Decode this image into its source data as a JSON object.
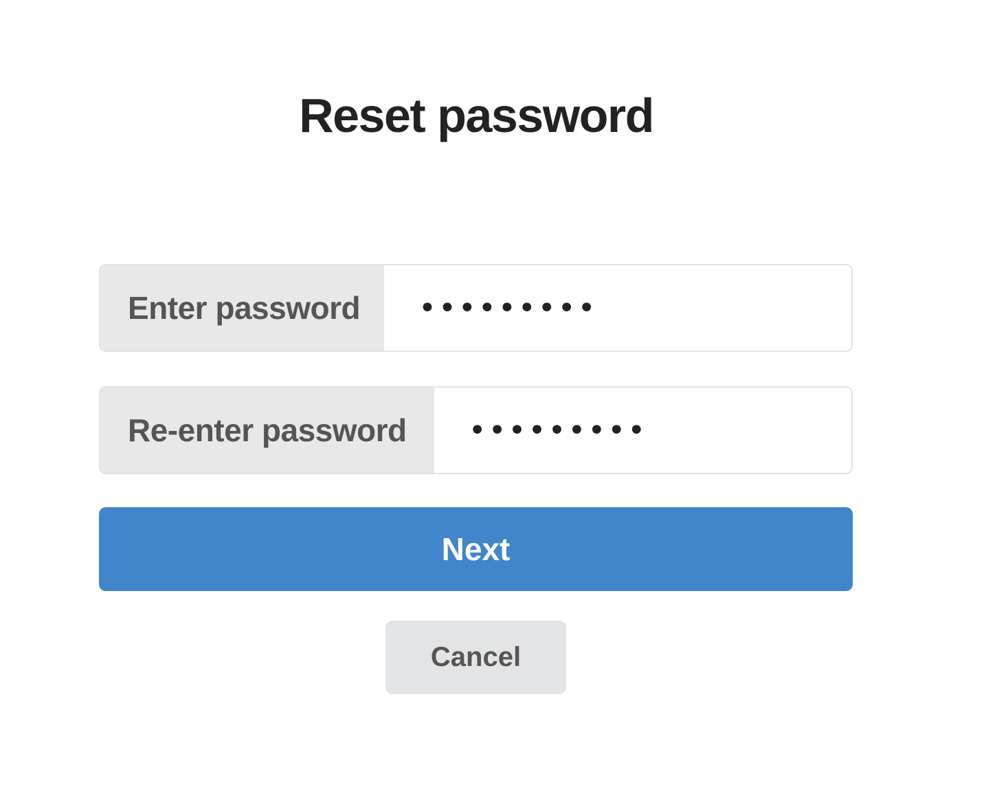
{
  "page": {
    "title": "Reset password"
  },
  "form": {
    "password": {
      "label": "Enter password",
      "value": "•••••••••"
    },
    "confirm_password": {
      "label": "Re-enter password",
      "value": "•••••••••"
    },
    "next_label": "Next",
    "cancel_label": "Cancel"
  },
  "colors": {
    "primary": "#4185cb",
    "addon_bg": "#e8e8e8",
    "cancel_bg": "#e3e4e6",
    "title_text": "#222222",
    "label_text": "#555555"
  }
}
